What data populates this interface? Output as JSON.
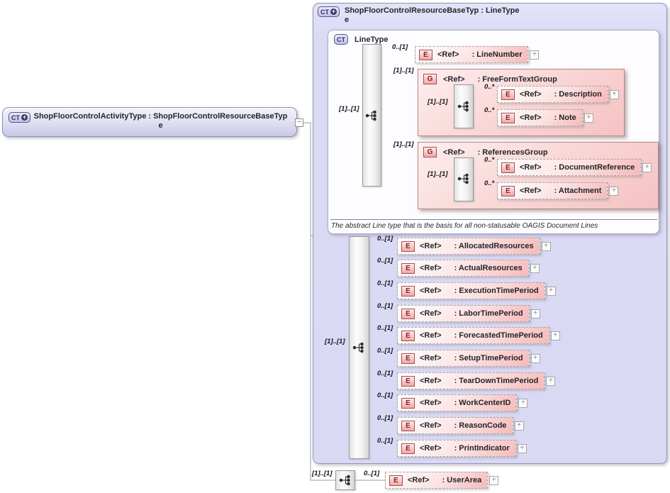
{
  "icons": {
    "complex_type": "CT",
    "element": "E",
    "group": "G",
    "plus": "+",
    "minus": "−"
  },
  "activity_box": {
    "line1": "ShopFloorControlActivityType : ShopFloorControlResourceBaseTyp",
    "line2": "e"
  },
  "container": {
    "line1": "ShopFloorControlResourceBaseTyp : LineType",
    "line2": "e",
    "seq_occurrence": "[1]..[1]",
    "linetype": {
      "title": "LineType",
      "seq_occurrence": "[1]..[1]",
      "line_number": {
        "occurrence": "0..[1]",
        "ref": "<Ref>",
        "name": ": LineNumber"
      },
      "free_form_text_group": {
        "occurrence": "[1]..[1]",
        "ref": "<Ref>",
        "name": ": FreeFormTextGroup",
        "seq_occurrence": "[1]..[1]",
        "description": {
          "occurrence": "0..*",
          "ref": "<Ref>",
          "name": ": Description"
        },
        "note": {
          "occurrence": "0..*",
          "ref": "<Ref>",
          "name": ": Note"
        }
      },
      "references_group": {
        "occurrence": "[1]..[1]",
        "ref": "<Ref>",
        "name": ": ReferencesGroup",
        "seq_occurrence": "[1]..[1]",
        "document_reference": {
          "occurrence": "0..*",
          "ref": "<Ref>",
          "name": ": DocumentReference"
        },
        "attachment": {
          "occurrence": "0..*",
          "ref": "<Ref>",
          "name": ": Attachment"
        }
      },
      "annotation": "The abstract Line type that is the basis for all non-statusable OAGIS Document Lines"
    },
    "elements": [
      {
        "occurrence": "0..[1]",
        "ref": "<Ref>",
        "name": ": AllocatedResources"
      },
      {
        "occurrence": "0..[1]",
        "ref": "<Ref>",
        "name": ": ActualResources"
      },
      {
        "occurrence": "0..[1]",
        "ref": "<Ref>",
        "name": ": ExecutionTimePeriod"
      },
      {
        "occurrence": "0..[1]",
        "ref": "<Ref>",
        "name": ": LaborTimePeriod"
      },
      {
        "occurrence": "0..[1]",
        "ref": "<Ref>",
        "name": ": ForecastedTimePeriod"
      },
      {
        "occurrence": "0..[1]",
        "ref": "<Ref>",
        "name": ": SetupTimePeriod"
      },
      {
        "occurrence": "0..[1]",
        "ref": "<Ref>",
        "name": ": TearDownTimePeriod"
      },
      {
        "occurrence": "0..[1]",
        "ref": "<Ref>",
        "name": ": WorkCenterID"
      },
      {
        "occurrence": "0..[1]",
        "ref": "<Ref>",
        "name": ": ReasonCode"
      },
      {
        "occurrence": "0..[1]",
        "ref": "<Ref>",
        "name": ": PrintIndicator"
      }
    ]
  },
  "user_area": {
    "seq_occurrence": "[1]..[1]",
    "occurrence": "0..[1]",
    "ref": "<Ref>",
    "name": ": UserArea"
  }
}
